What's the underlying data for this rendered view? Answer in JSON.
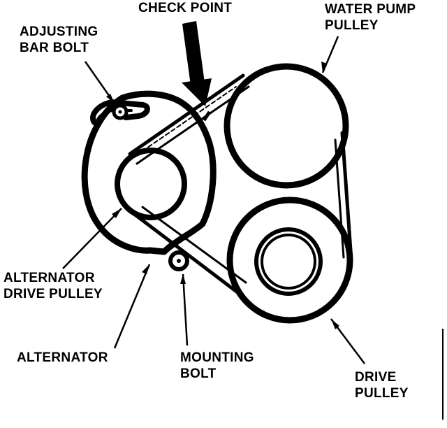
{
  "labels": {
    "check_point": "CHECK POINT",
    "water_pump_pulley": [
      "WATER PUMP",
      "PULLEY"
    ],
    "adjusting_bar_bolt": [
      "ADJUSTING",
      "BAR BOLT"
    ],
    "alternator_drive_pulley": [
      "ALTERNATOR",
      "DRIVE PULLEY"
    ],
    "alternator": "ALTERNATOR",
    "mounting_bolt": [
      "MOUNTING",
      "BOLT"
    ],
    "drive_pulley": [
      "DRIVE",
      "PULLEY"
    ]
  },
  "colors": {
    "ink": "#000000",
    "paper": "#ffffff"
  }
}
